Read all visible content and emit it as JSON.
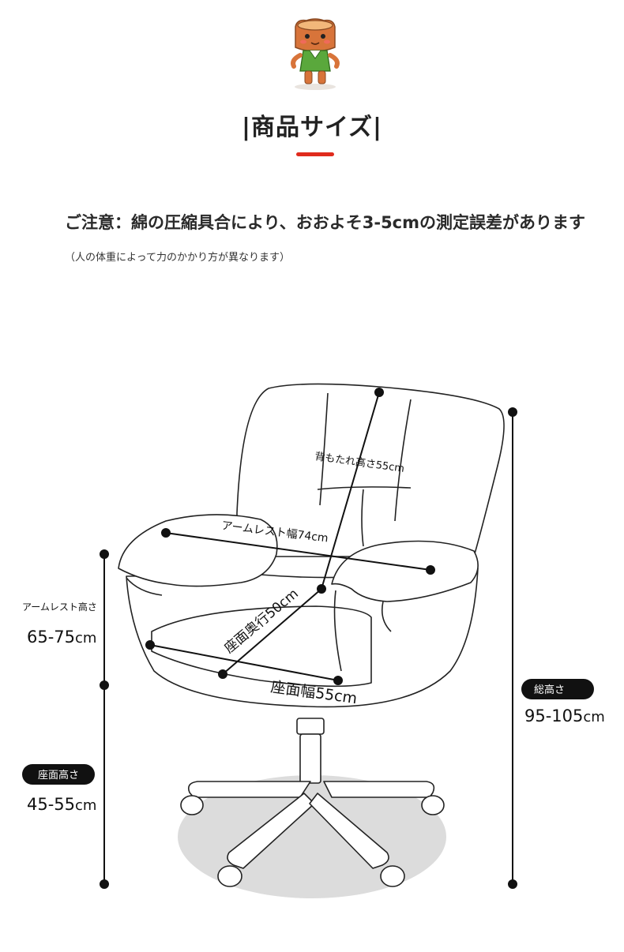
{
  "header": {
    "title": "|商品サイズ|"
  },
  "note": {
    "main": "ご注意：綿の圧縮具合により、おおよそ3-5cmの測定誤差があります",
    "sub": "（人の体重によって力のかかり方が異なります）"
  },
  "dimensions": {
    "armrest_height_label": "アームレスト高さ",
    "armrest_height_value": "65-75",
    "seat_height_label": "座面高さ",
    "seat_height_value": "45-55",
    "total_height_label": "総高さ",
    "total_height_value": "95-105",
    "unit": "cm",
    "backrest_height": "背もたれ高さ55cm",
    "armrest_width": "アームレスト幅74cm",
    "seat_depth": "座面奥行50cm",
    "seat_width": "座面幅55cm"
  },
  "colors": {
    "accent": "#e02b1d",
    "line": "#111111",
    "base_shadow": "#dcdcdc",
    "mascot_body": "#d8743a",
    "mascot_shirt": "#5aa83c"
  }
}
